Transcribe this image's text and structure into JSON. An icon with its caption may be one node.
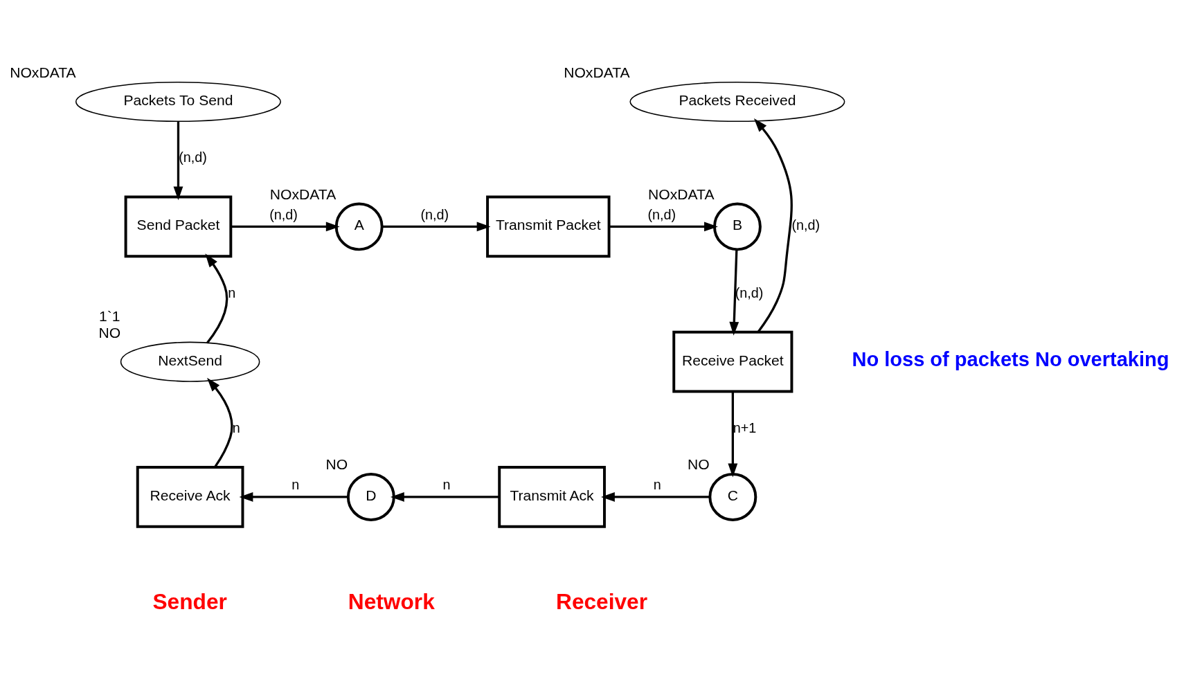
{
  "diagram": {
    "nodes": [
      {
        "text": [
          "Packets To Send"
        ],
        "beside": [
          "NOxDATA"
        ]
      },
      {
        "text": [
          "Packets Received"
        ],
        "beside": [
          "NOxDATA"
        ]
      },
      {
        "text": [
          "Send Packet"
        ]
      },
      {
        "text": [
          "A"
        ],
        "beside": [
          "NOxDATA"
        ]
      },
      {
        "text": [
          "Transmit Packet"
        ]
      },
      {
        "text": [
          "B"
        ],
        "beside": [
          "NOxDATA"
        ]
      },
      {
        "text": [
          "NextSend"
        ],
        "beside": [
          "1`1",
          "NO"
        ]
      },
      {
        "text": [
          "Receive Packet"
        ]
      },
      {
        "text": [
          "Receive Ack"
        ]
      },
      {
        "text": [
          "D"
        ],
        "beside": [
          "NO"
        ]
      },
      {
        "text": [
          "Transmit Ack"
        ]
      },
      {
        "text": [
          "C"
        ],
        "beside": [
          "NO"
        ]
      }
    ],
    "edges": [
      {
        "from": 0,
        "to": 2,
        "arrow": "to",
        "label": "(n,d)"
      },
      {
        "from": 2,
        "to": 3,
        "arrow": "to",
        "label": "(n,d)"
      },
      {
        "from": 3,
        "to": 4,
        "arrow": "to",
        "label": "(n,d)"
      },
      {
        "from": 4,
        "to": 5,
        "arrow": "to",
        "label": "(n,d)"
      },
      {
        "from": 5,
        "to": 7,
        "arrow": "to",
        "label": "(n,d)"
      },
      {
        "from": 7,
        "to": 1,
        "arrow": "to",
        "label": "(n,d)"
      },
      {
        "from": 6,
        "to": 2,
        "arrow": "to",
        "label": "n"
      },
      {
        "from": 8,
        "to": 6,
        "arrow": "to",
        "label": "n"
      },
      {
        "from": 7,
        "to": 11,
        "arrow": "to",
        "label": "n+1"
      },
      {
        "from": 11,
        "to": 10,
        "arrow": "to",
        "label": "n"
      },
      {
        "from": 10,
        "to": 9,
        "arrow": "to",
        "label": "n"
      },
      {
        "from": 9,
        "to": 8,
        "arrow": "to",
        "label": "n"
      }
    ],
    "labels": [
      "No loss of packets No overtaking",
      "Sender",
      "Network",
      "Receiver"
    ]
  }
}
